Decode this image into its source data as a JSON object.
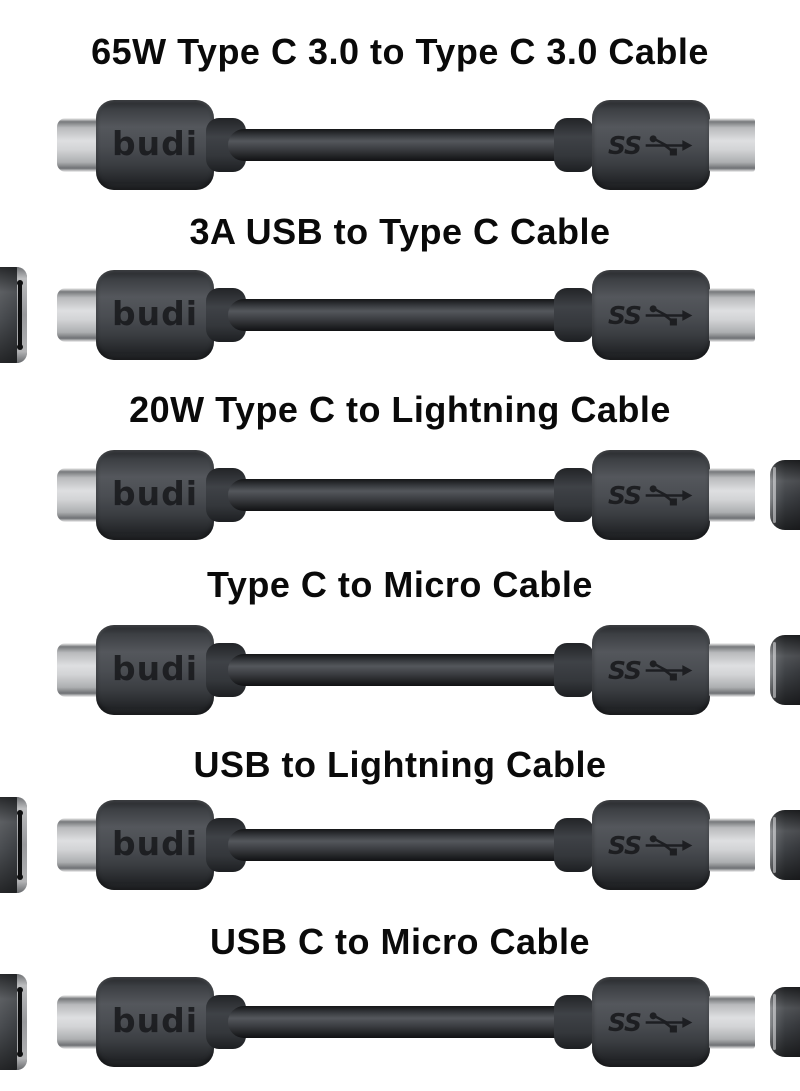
{
  "image_type": "product-listing-graphic",
  "background_color": "#ffffff",
  "brand": {
    "connector_logo": "budi",
    "usb_badge": "SS"
  },
  "colors": {
    "title_text": "#0a0a0a",
    "connector_body": "#42454a",
    "cable_cord": "#25272b",
    "plug_tip": "#cdced0",
    "embossed_mark": "#1a1b1e"
  },
  "cables": [
    {
      "title": "65W Type C 3.0 to Type C 3.0 Cable",
      "left_edge_connector": false,
      "right_edge_connector": false
    },
    {
      "title": "3A USB to Type C Cable",
      "left_edge_connector": true,
      "right_edge_connector": false
    },
    {
      "title": "20W Type C to Lightning Cable",
      "left_edge_connector": false,
      "right_edge_connector": true
    },
    {
      "title": "Type C to Micro Cable",
      "left_edge_connector": false,
      "right_edge_connector": true
    },
    {
      "title": "USB to Lightning Cable",
      "left_edge_connector": true,
      "right_edge_connector": true
    },
    {
      "title": "USB C to Micro Cable",
      "left_edge_connector": true,
      "right_edge_connector": true
    }
  ]
}
